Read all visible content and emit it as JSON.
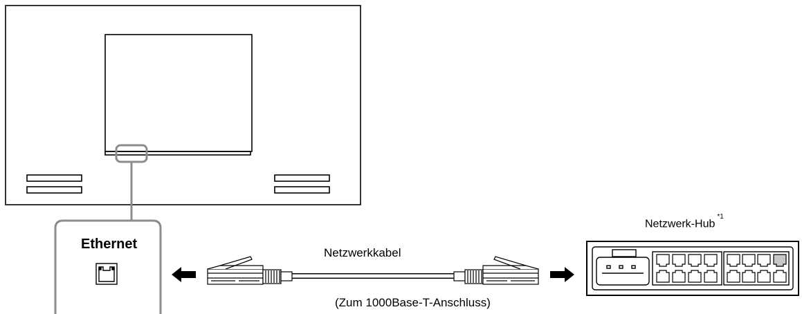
{
  "labels": {
    "ethernet": "Ethernet",
    "cable": "Netzwerkkabel",
    "port_note": "(Zum 1000Base-T-Anschluss)",
    "hub": "Netzwerk-Hub",
    "hub_footnote": "*1"
  },
  "colors": {
    "line": "#000000",
    "callout": "#8c8c8c",
    "active_port": "#c8c8c8"
  },
  "icons": {
    "left_arrow": "arrow-left-icon",
    "right_arrow": "arrow-right-icon",
    "lan_port": "ethernet-port-icon",
    "plug_left": "rj45-plug-icon",
    "plug_right": "rj45-plug-icon",
    "hub": "network-hub-icon"
  }
}
